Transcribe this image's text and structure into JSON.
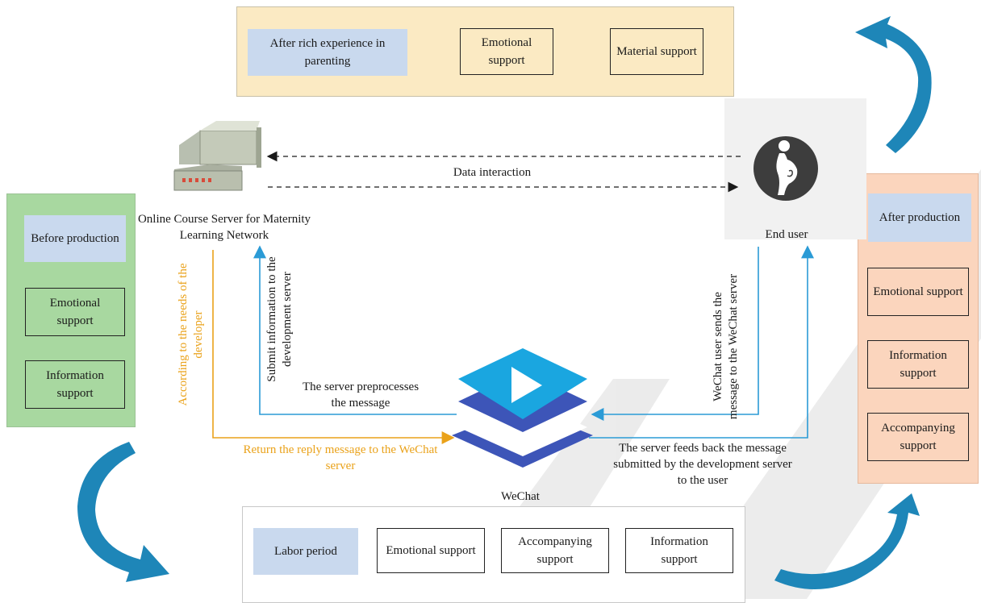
{
  "top_panel": {
    "title": "After rich experience in parenting",
    "items": [
      "Emotional support",
      "Material support"
    ]
  },
  "left_panel": {
    "title": "Before production",
    "items": [
      "Emotional support",
      "Information support"
    ]
  },
  "right_panel": {
    "title": "After production",
    "items": [
      "Emotional support",
      "Information support",
      "Accompanying support"
    ]
  },
  "bottom_panel": {
    "title": "Labor period",
    "items": [
      "Emotional support",
      "Accompanying support",
      "Information support"
    ]
  },
  "nodes": {
    "server_label": "Online Course Server for Maternity Learning Network",
    "end_user_label": "End user",
    "wechat_label": "WeChat"
  },
  "edges": {
    "data_interaction": "Data interaction",
    "according_needs": "According to the needs of the developer",
    "submit_info": "Submit information to the development server",
    "server_preprocess": "The server preprocesses the message",
    "return_reply": "Return the reply message to the WeChat server",
    "user_sends": "WeChat user sends the message to the WeChat server",
    "server_feeds_back": "The server feeds back the message submitted by the development server to the user"
  },
  "colors": {
    "top_panel_bg": "#fbeac3",
    "left_panel_bg": "#a8d8a0",
    "right_panel_bg": "#fbd5bd",
    "label_blue": "#c9d9ee",
    "edge_blue": "#2b9bd6",
    "edge_orange": "#eaa21a",
    "cycle_arrow": "#1e86b8"
  }
}
